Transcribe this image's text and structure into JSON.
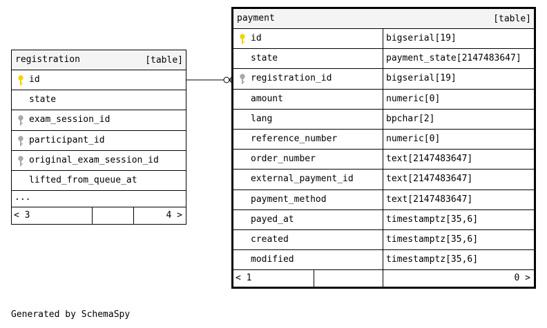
{
  "tables": {
    "registration": {
      "name": "registration",
      "kind": "[table]",
      "columns": [
        {
          "name": "id",
          "key": "primary"
        },
        {
          "name": "state",
          "key": "none"
        },
        {
          "name": "exam_session_id",
          "key": "foreign"
        },
        {
          "name": "participant_id",
          "key": "foreign"
        },
        {
          "name": "original_exam_session_id",
          "key": "foreign"
        },
        {
          "name": "lifted_from_queue_at",
          "key": "none"
        }
      ],
      "more": "...",
      "footer": {
        "left": "< 3",
        "right": "4 >"
      }
    },
    "payment": {
      "name": "payment",
      "kind": "[table]",
      "columns": [
        {
          "name": "id",
          "type": "bigserial[19]",
          "key": "primary"
        },
        {
          "name": "state",
          "type": "payment_state[2147483647]",
          "key": "none"
        },
        {
          "name": "registration_id",
          "type": "bigserial[19]",
          "key": "foreign"
        },
        {
          "name": "amount",
          "type": "numeric[0]",
          "key": "none"
        },
        {
          "name": "lang",
          "type": "bpchar[2]",
          "key": "none"
        },
        {
          "name": "reference_number",
          "type": "numeric[0]",
          "key": "none"
        },
        {
          "name": "order_number",
          "type": "text[2147483647]",
          "key": "none"
        },
        {
          "name": "external_payment_id",
          "type": "text[2147483647]",
          "key": "none"
        },
        {
          "name": "payment_method",
          "type": "text[2147483647]",
          "key": "none"
        },
        {
          "name": "payed_at",
          "type": "timestamptz[35,6]",
          "key": "none"
        },
        {
          "name": "created",
          "type": "timestamptz[35,6]",
          "key": "none"
        },
        {
          "name": "modified",
          "type": "timestamptz[35,6]",
          "key": "none"
        }
      ],
      "footer": {
        "left": "< 1",
        "right": "0 >"
      }
    }
  },
  "colors": {
    "primary_key": "#f2d600",
    "foreign_key": "#a8a8a8"
  },
  "generated_by": "Generated by SchemaSpy"
}
